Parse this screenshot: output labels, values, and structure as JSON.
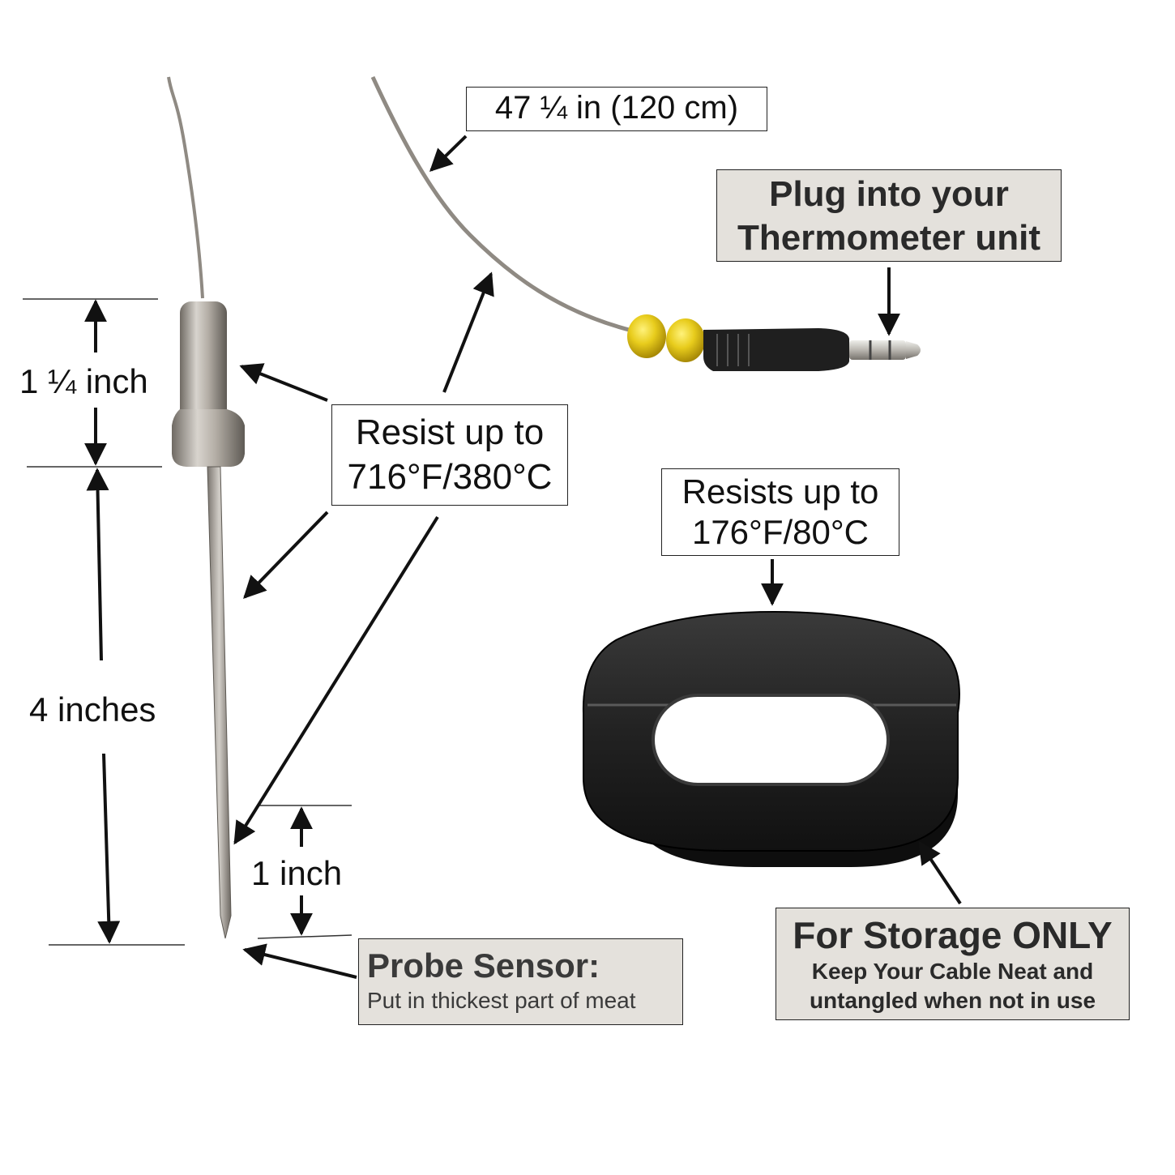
{
  "cable_length": "47 ¼ in (120 cm)",
  "plug_callout": {
    "line1": "Plug into your",
    "line2": "Thermometer unit"
  },
  "probe_resist": {
    "line1": "Resist up to",
    "line2": "716°F/380°C"
  },
  "wrap_resist": {
    "line1": "Resists up to",
    "line2": "176°F/80°C"
  },
  "dimensions": {
    "handle": "1 ¼ inch",
    "shaft": "4 inches",
    "tip": "1 inch"
  },
  "probe_sensor": {
    "title": "Probe Sensor:",
    "desc": "Put in thickest part of meat"
  },
  "storage": {
    "title": "For Storage ONLY",
    "line1": "Keep Your Cable Neat and",
    "line2": "untangled when not in use"
  },
  "colors": {
    "callout_fill": "#e4e1dc",
    "bead_yellow": "#e8cc1c",
    "steel": "#a9a39b",
    "wrap_black": "#1c1c1c"
  }
}
